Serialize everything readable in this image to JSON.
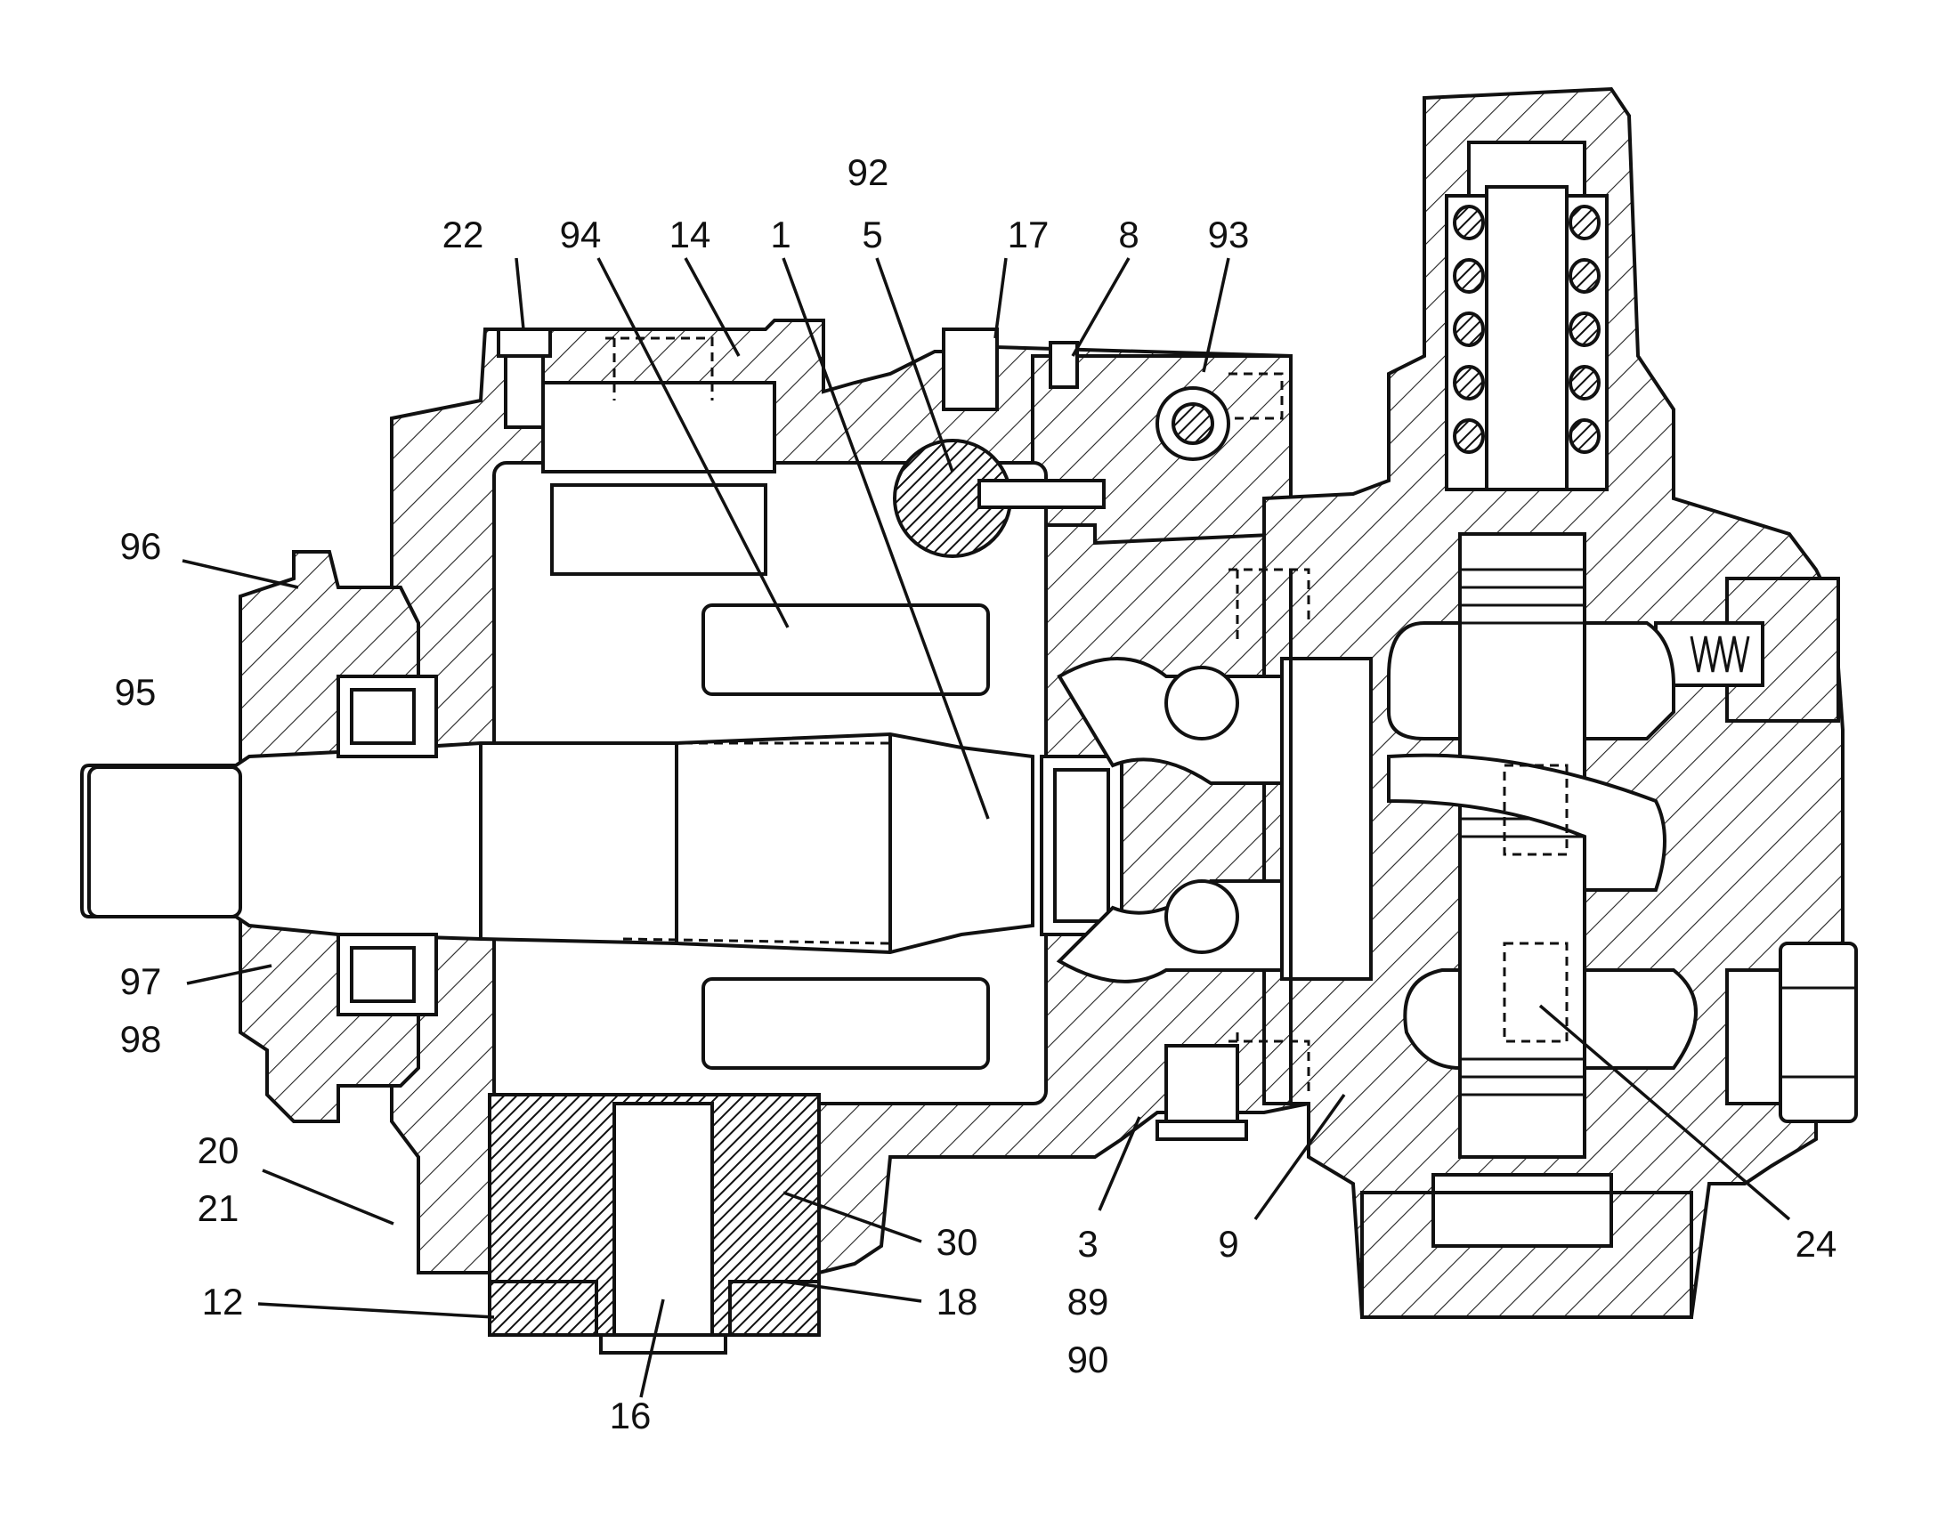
{
  "diagram": {
    "labels": [
      {
        "id": "92",
        "text": "92"
      },
      {
        "id": "22",
        "text": "22"
      },
      {
        "id": "94",
        "text": "94"
      },
      {
        "id": "14",
        "text": "14"
      },
      {
        "id": "1",
        "text": "1"
      },
      {
        "id": "5",
        "text": "5"
      },
      {
        "id": "17",
        "text": "17"
      },
      {
        "id": "8",
        "text": "8"
      },
      {
        "id": "93",
        "text": "93"
      },
      {
        "id": "96",
        "text": "96"
      },
      {
        "id": "95",
        "text": "95"
      },
      {
        "id": "97",
        "text": "97"
      },
      {
        "id": "98",
        "text": "98"
      },
      {
        "id": "20",
        "text": "20"
      },
      {
        "id": "21",
        "text": "21"
      },
      {
        "id": "12",
        "text": "12"
      },
      {
        "id": "16",
        "text": "16"
      },
      {
        "id": "30",
        "text": "30"
      },
      {
        "id": "18",
        "text": "18"
      },
      {
        "id": "3",
        "text": "3"
      },
      {
        "id": "89",
        "text": "89"
      },
      {
        "id": "90",
        "text": "90"
      },
      {
        "id": "9",
        "text": "9"
      },
      {
        "id": "24",
        "text": "24"
      }
    ]
  }
}
